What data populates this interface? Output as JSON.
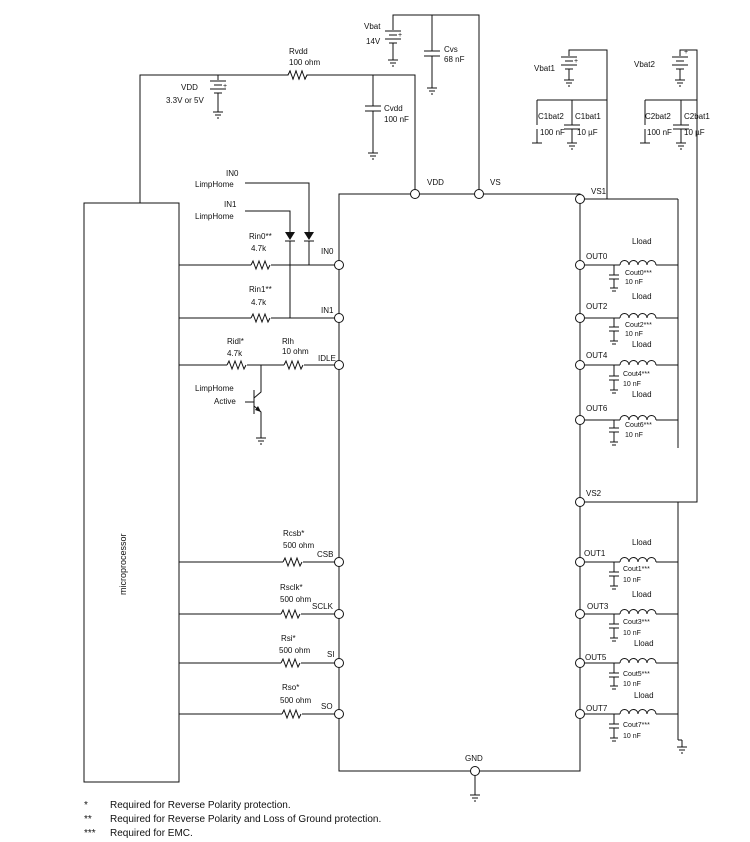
{
  "labels": {
    "microprocessor": "microprocessor",
    "vbat": "Vbat",
    "vbat_val": "14V",
    "cvs": "Cvs",
    "cvs_val": "68 nF",
    "rvdd": "Rvdd",
    "rvdd_val": "100 ohm",
    "vdd_src": "VDD",
    "vdd_src_val": "3.3V or 5V",
    "cvdd": "Cvdd",
    "cvdd_val": "100 nF",
    "vbat1": "Vbat1",
    "vbat2": "Vbat2",
    "c1bat2": "C1bat2",
    "c1bat1": "C1bat1",
    "c1bat2_val": "100 nF",
    "c1bat1_val": "10 µF",
    "c2bat2": "C2bat2",
    "c2bat1": "C2bat1",
    "c2bat2_val": "100 nF",
    "c2bat1_val": "10 µF",
    "in0_src": "IN0",
    "in0_src2": "LimpHome",
    "in1_src": "IN1",
    "in1_src2": "LimpHome",
    "rin0": "Rin0**",
    "rin0_val": "4.7k",
    "rin1": "Rin1**",
    "rin1_val": "4.7k",
    "ridl": "Ridl*",
    "ridl_val": "4.7k",
    "rlh": "Rlh",
    "rlh_val": "10 ohm",
    "limphome_active1": "LimpHome",
    "limphome_active2": "Active",
    "rcsb": "Rcsb*",
    "rcsb_val": "500 ohm",
    "rsclk": "Rsclk*",
    "rsclk_val": "500 ohm",
    "rsi": "Rsi*",
    "rsi_val": "500 ohm",
    "rso": "Rso*",
    "rso_val": "500 ohm",
    "lload": "Lload",
    "cap10": "10 nF"
  },
  "pins": {
    "vdd": "VDD",
    "vs": "VS",
    "vs1": "VS1",
    "vs2": "VS2",
    "in0": "IN0",
    "in1": "IN1",
    "idle": "IDLE",
    "csb": "CSB",
    "sclk": "SCLK",
    "si": "SI",
    "so": "SO",
    "gnd": "GND",
    "out0": "OUT0",
    "out2": "OUT2",
    "out4": "OUT4",
    "out6": "OUT6",
    "out1": "OUT1",
    "out3": "OUT3",
    "out5": "OUT5",
    "out7": "OUT7"
  },
  "caps": {
    "cout0": "Cout0***",
    "cout2": "Cout2***",
    "cout4": "Cout4***",
    "cout6": "Cout6***",
    "cout1": "Cout1***",
    "cout3": "Cout3***",
    "cout5": "Cout5***",
    "cout7": "Cout7***"
  },
  "notes": [
    {
      "mark": "*",
      "text": "Required for Reverse Polarity protection."
    },
    {
      "mark": "**",
      "text": "Required for Reverse Polarity and Loss of Ground protection."
    },
    {
      "mark": "***",
      "text": "Required for EMC."
    }
  ]
}
